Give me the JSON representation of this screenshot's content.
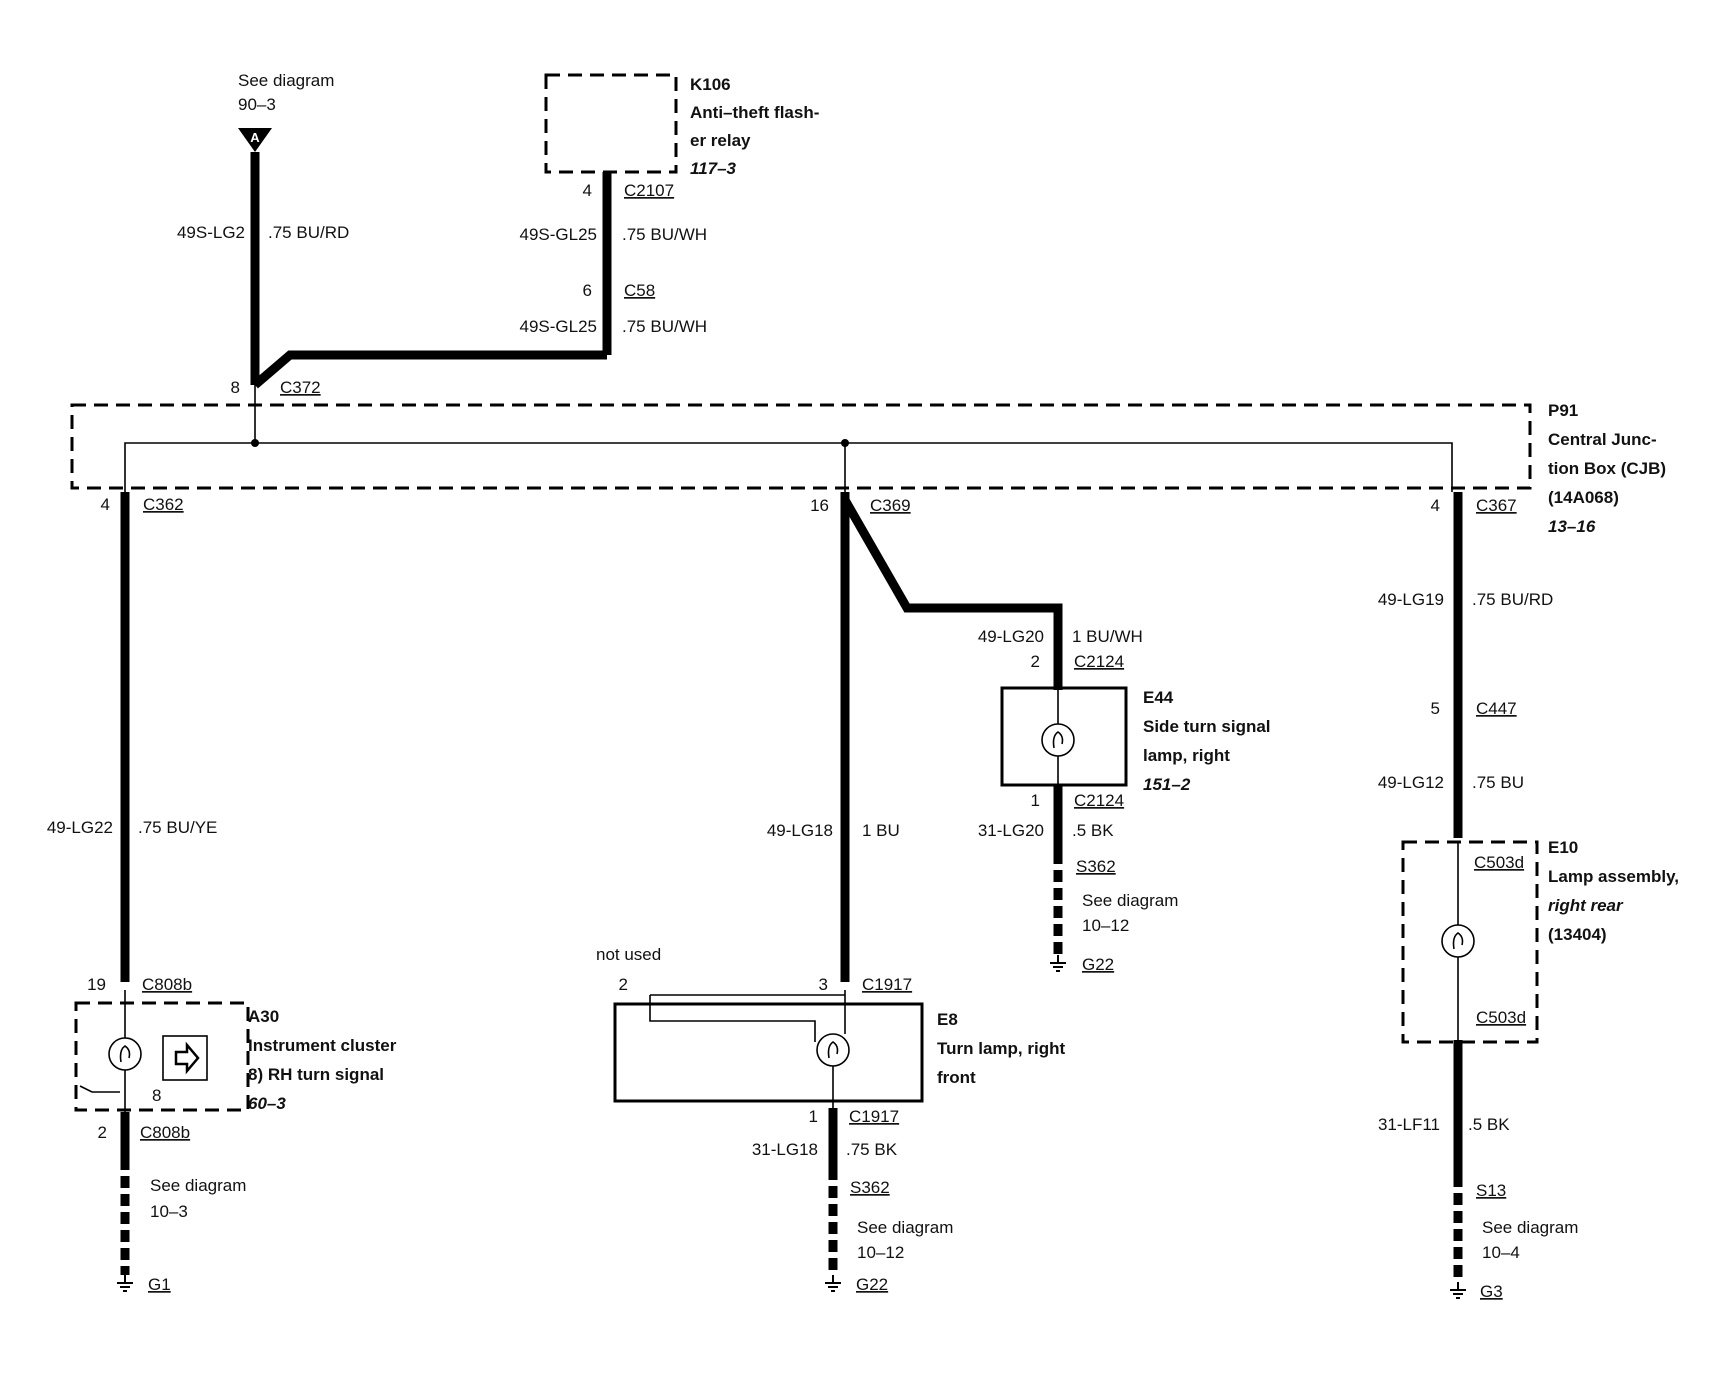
{
  "top": {
    "see_diagram": "See diagram",
    "see_ref": "90–3",
    "connector_letter": "A",
    "wire1_code": "49S-LG2",
    "wire1_spec": ".75 BU/RD",
    "pin_c372": "8",
    "c372": "C372"
  },
  "k106": {
    "id": "K106",
    "name1": "Anti–theft flash-",
    "name2": "er relay",
    "ref": "117–3",
    "pin_c2107": "4",
    "c2107": "C2107",
    "wire_a_code": "49S-GL25",
    "wire_a_spec": ".75 BU/WH",
    "pin_c58": "6",
    "c58": "C58",
    "wire_b_code": "49S-GL25",
    "wire_b_spec": ".75 BU/WH"
  },
  "p91": {
    "id": "P91",
    "name1": "Central Junc-",
    "name2": "tion Box (CJB)",
    "name3": "(14A068)",
    "ref": "13–16"
  },
  "left": {
    "pin_c362": "4",
    "c362": "C362",
    "wire_code": "49-LG22",
    "wire_spec": ".75 BU/YE",
    "pin_c808_top": "19",
    "c808_top": "C808b",
    "a30_id": "A30",
    "a30_name1": "Instrument cluster",
    "a30_name2": "8)   RH turn signal",
    "a30_ref": "60–3",
    "inner_pin": "8",
    "pin_c808_bot": "2",
    "c808_bot": "C808b",
    "see_diagram": "See diagram",
    "see_ref": "10–3",
    "ground": "G1"
  },
  "middle": {
    "pin_c369": "16",
    "c369": "C369",
    "wire_code": "49-LG18",
    "wire_spec": "1 BU",
    "not_used": "not used",
    "pin2": "2",
    "pin3": "3",
    "c1917_top": "C1917",
    "e8_id": "E8",
    "e8_name1": "Turn lamp, right",
    "e8_name2": "front",
    "pin1": "1",
    "c1917_bot": "C1917",
    "gnd_wire_code": "31-LG18",
    "gnd_wire_spec": ".75 BK",
    "splice": "S362",
    "see_diagram": "See diagram",
    "see_ref": "10–12",
    "ground": "G22"
  },
  "side": {
    "wire_code": "49-LG20",
    "wire_spec": "1 BU/WH",
    "pin_top": "2",
    "c2124_top": "C2124",
    "e44_id": "E44",
    "e44_name1": "Side turn signal",
    "e44_name2": "lamp, right",
    "e44_ref": "151–2",
    "pin_bot": "1",
    "c2124_bot": "C2124",
    "gnd_wire_code": "31-LG20",
    "gnd_wire_spec": ".5 BK",
    "splice": "S362",
    "see_diagram": "See diagram",
    "see_ref": "10–12",
    "ground": "G22"
  },
  "right": {
    "pin_c367": "4",
    "c367": "C367",
    "wire1_code": "49-LG19",
    "wire1_spec": ".75 BU/RD",
    "pin_c447": "5",
    "c447": "C447",
    "wire2_code": "49-LG12",
    "wire2_spec": ".75 BU",
    "c503d_top": "C503d",
    "e10_id": "E10",
    "e10_name1": "Lamp assembly,",
    "e10_name2": "right rear",
    "e10_name3": "(13404)",
    "c503d_bot": "C503d",
    "gnd_wire_code": "31-LF11",
    "gnd_wire_spec": ".5 BK",
    "splice": "S13",
    "see_diagram": "See diagram",
    "see_ref": "10–4",
    "ground": "G3"
  }
}
